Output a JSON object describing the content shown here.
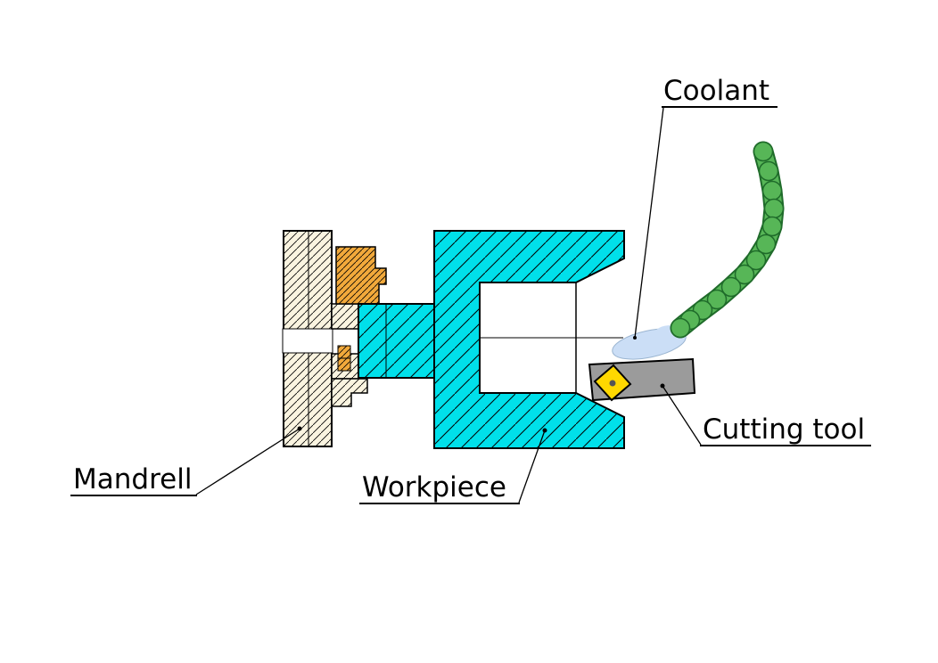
{
  "labels": {
    "coolant": "Coolant",
    "cutting_tool": "Cutting tool",
    "workpiece": "Workpiece",
    "mandrel": "Mandrell"
  },
  "colors": {
    "workpiece": "#00e0ea",
    "mandrel": "#faf4e0",
    "clamp": "#f2a93b",
    "hose": "#57b657",
    "hose_dark": "#1f6b2a",
    "tool": "#9b9b9b",
    "insert": "#ffd800",
    "spray": "#c3d9f5"
  }
}
